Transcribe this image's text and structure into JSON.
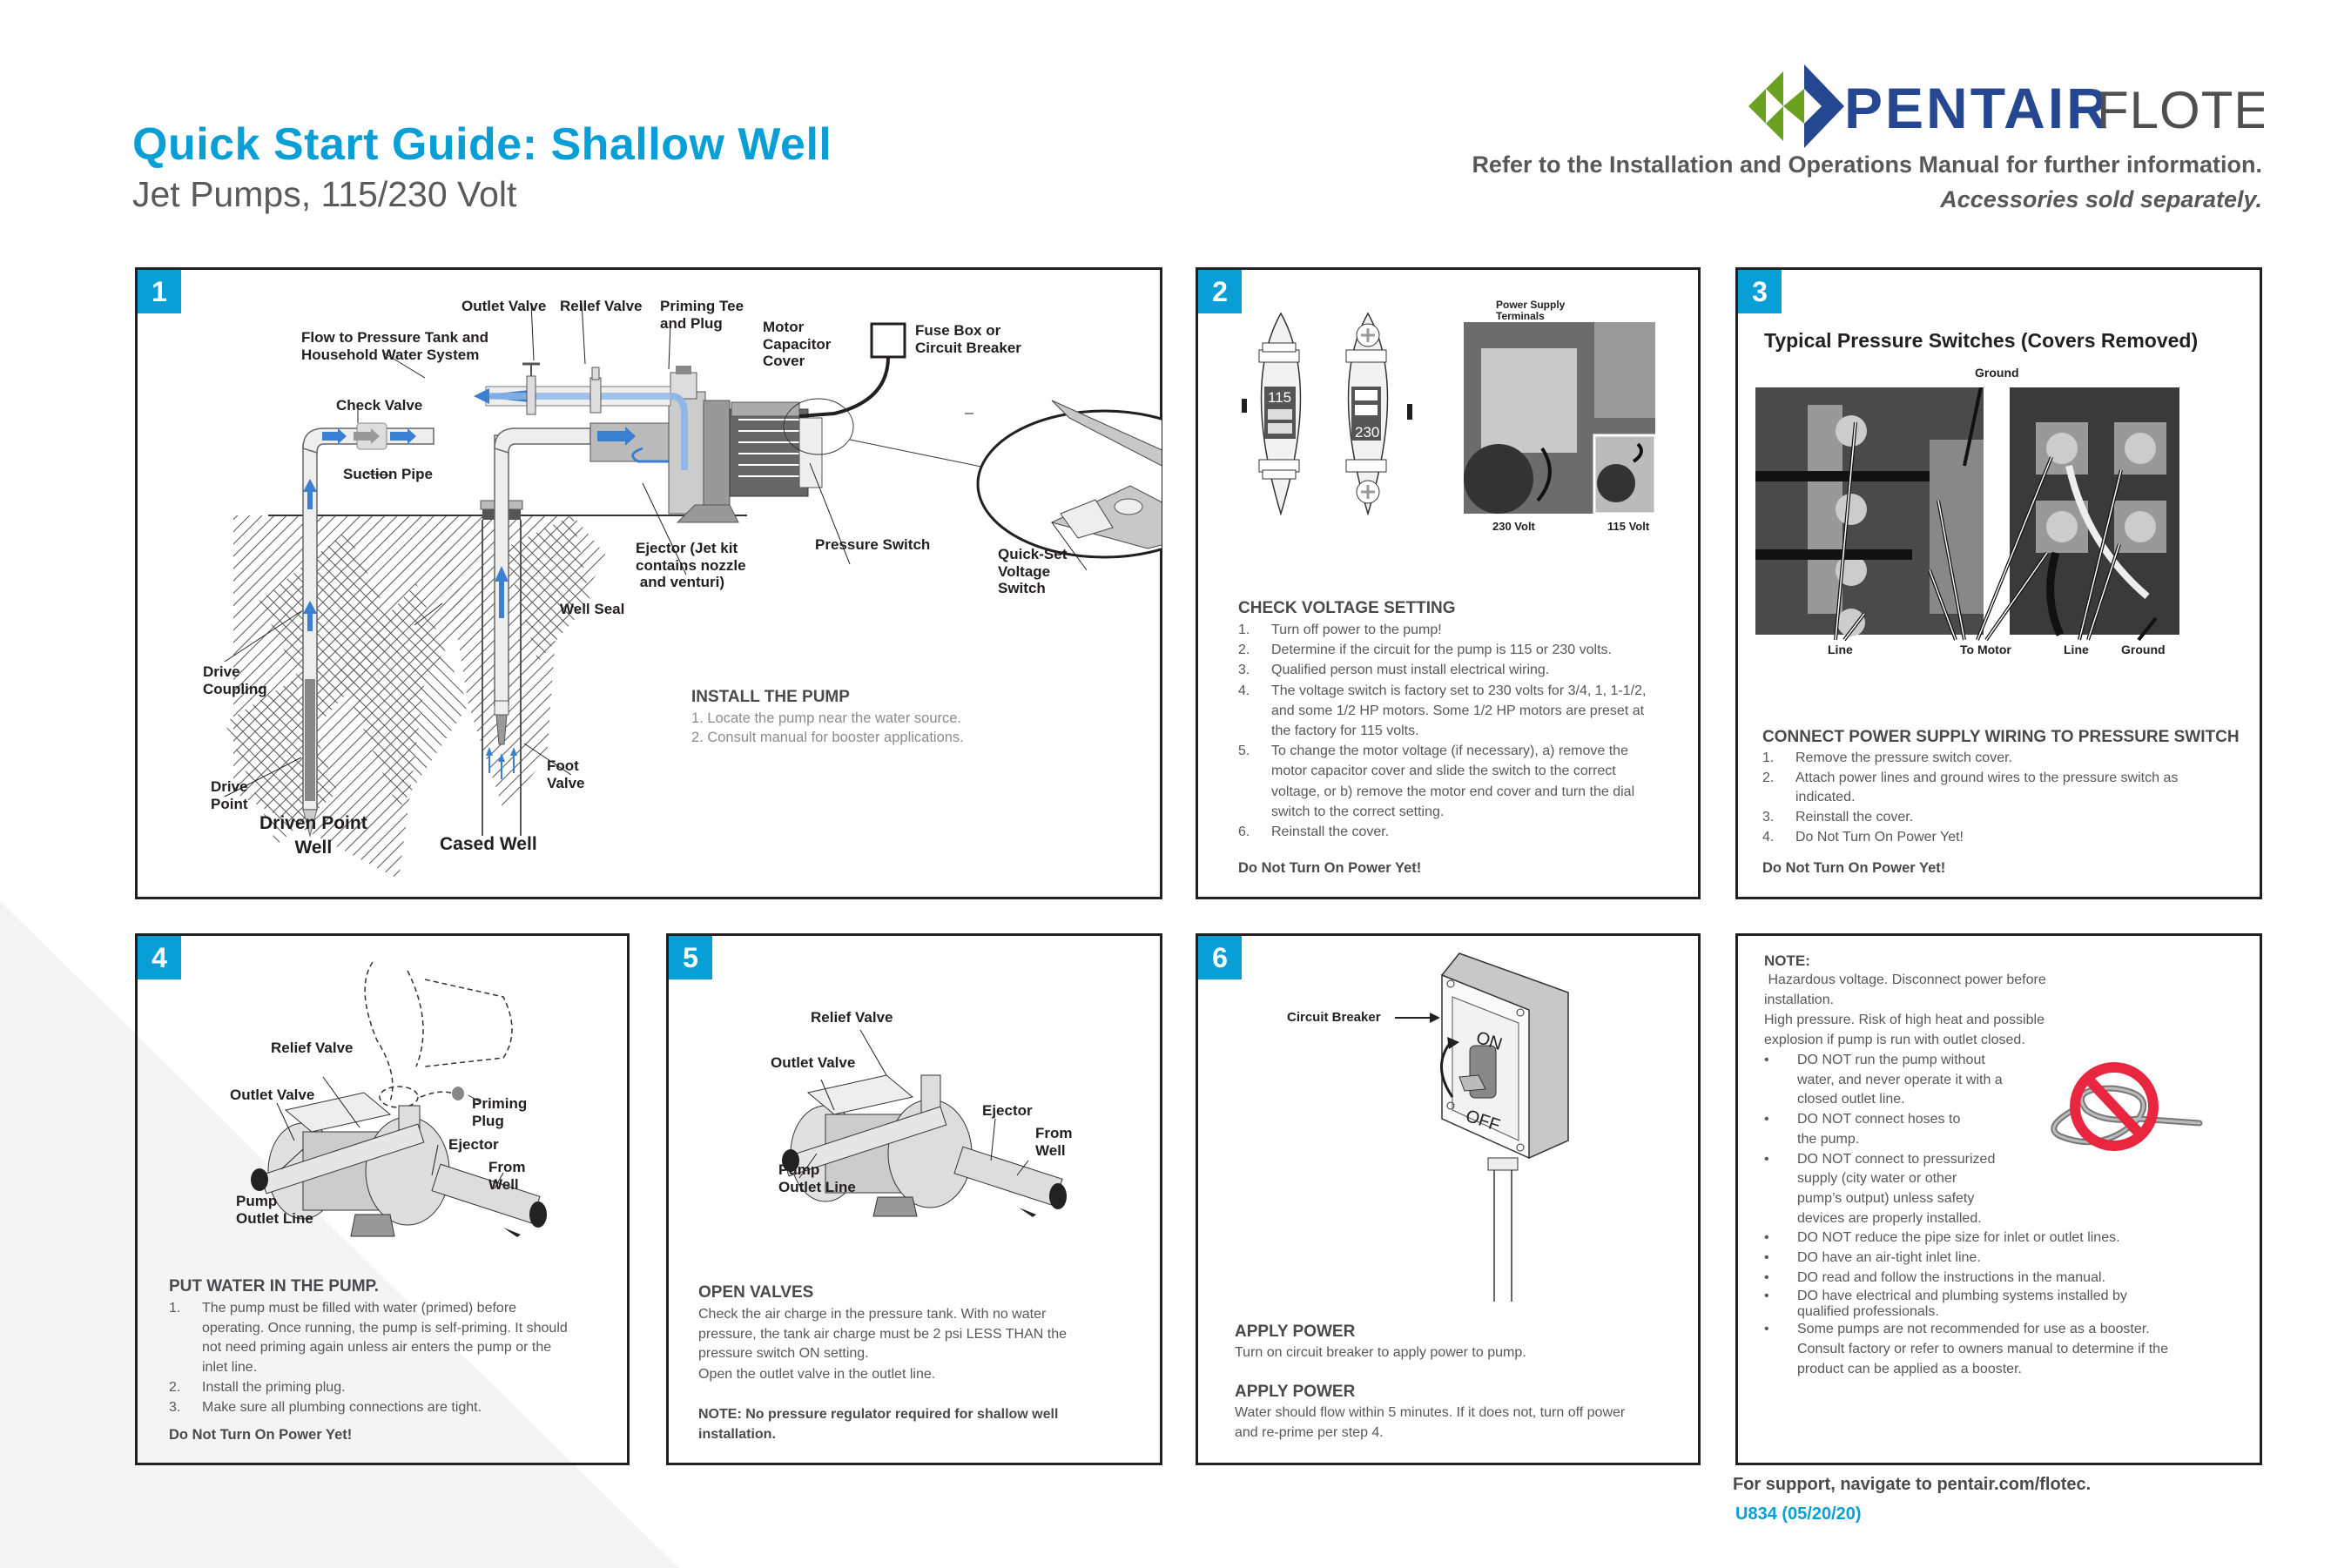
{
  "header": {
    "title": "Quick Start Guide: Shallow Well",
    "subtitle": "Jet Pumps, 115/230 Volt",
    "brand_primary": "PENTAIR",
    "brand_secondary": "FLOTEC",
    "refer_note": "Refer to the Installation and  Operations Manual for further information.",
    "accessories_note": "Accessories sold separately."
  },
  "colors": {
    "accent": "#079fd6",
    "brand_blue": "#24478f",
    "brand_green": "#6aa121",
    "text": "#4a4a4c",
    "no_symbol_red": "#e8263f"
  },
  "step1": {
    "number": "1",
    "labels": {
      "outlet_valve": "Outlet Valve",
      "relief_valve": "Rellef Valve",
      "priming_tee": "Priming Tee",
      "priming_tee_2": "and Plug",
      "flow_to_tank": "Flow to Pressure Tank and",
      "flow_to_tank_2": "Household Water System",
      "motor_cap_1": "Motor",
      "motor_cap_2": "Capacitor",
      "motor_cap_3": "Cover",
      "fuse_box_1": "Fuse Box or",
      "fuse_box_2": "Circuit Breaker",
      "check_valve": "Check Valve",
      "suction_pipe": "Suction Pipe",
      "ejector_1": "Ejector (Jet kit",
      "ejector_2": "contains nozzle",
      "ejector_3": "and venturi)",
      "pressure_switch": "Pressure Switch",
      "quick_set_1": "Quick-Set",
      "quick_set_2": "Voltage",
      "quick_set_3": "Switch",
      "well_seal": "Well Seal",
      "drive_coupling_1": "Drive",
      "drive_coupling_2": "Coupling",
      "drive_point_1": "Drive",
      "drive_point_2": "Point",
      "foot_valve_1": "Foot",
      "foot_valve_2": "Valve",
      "driven_point_1": "Driven Point",
      "driven_point_2": "Well",
      "cased_well": "Cased Well"
    },
    "heading": "INSTALL THE PUMP",
    "items": [
      "1.  Locate the pump near the water source.",
      "2. Consult manual for booster applications."
    ]
  },
  "step2": {
    "number": "2",
    "switch_115": "115",
    "switch_230": "230",
    "power_supply_1": "Power Supply",
    "power_supply_2": "Terminals",
    "photo_230": "230 Volt",
    "photo_115": "115 Volt",
    "heading": "CHECK VOLTAGE SETTING",
    "items": [
      {
        "n": "1.",
        "t": "Turn off power to the pump!"
      },
      {
        "n": "2.",
        "t": "Determine if the circuit for the pump is 115 or 230 volts."
      },
      {
        "n": "3.",
        "t": "Qualified person must install electrical wiring."
      },
      {
        "n": "4.",
        "t": "The voltage switch is factory set to 230 volts for 3/4, 1, 1-1/2, and some 1/2 HP motors. Some 1/2 HP motors are preset at the factory for 115 volts."
      },
      {
        "n": "5.",
        "t": "To change the motor voltage (if necessary), a) remove the motor capacitor cover and slide the switch to the correct voltage, or b) remove the motor end cover and turn the dial switch to the correct setting."
      },
      {
        "n": "6.",
        "t": "Reinstall the cover."
      }
    ],
    "warning": "Do Not Turn On Power Yet!"
  },
  "step3": {
    "number": "3",
    "figure_title": "Typical Pressure Switches (Covers Removed)",
    "labels": {
      "ground_top": "Ground",
      "line_left": "Line",
      "to_motor": "To Motor",
      "line_right": "Line",
      "ground_right": "Ground"
    },
    "heading": "CONNECT POWER SUPPLY WIRING TO PRESSURE SWITCH",
    "items": [
      {
        "n": "1.",
        "t": "Remove the pressure switch cover."
      },
      {
        "n": "2.",
        "t": "Attach power lines and ground wires to the pressure switch as indicated."
      },
      {
        "n": "3.",
        "t": "Reinstall the cover."
      },
      {
        "n": "4.",
        "t": "Do Not Turn On Power Yet!"
      }
    ],
    "warning": "Do Not Turn On Power Yet!"
  },
  "step4": {
    "number": "4",
    "labels": {
      "relief_valve": "Relief Valve",
      "outlet_valve": "Outlet Valve",
      "priming_plug_1": "Priming",
      "priming_plug_2": "Plug",
      "ejector": "Ejector",
      "from_well_1": "From",
      "from_well_2": "Well",
      "pump_outlet_1": "Pump",
      "pump_outlet_2": "Outlet Line"
    },
    "heading": "PUT WATER IN THE PUMP.",
    "items": [
      {
        "n": "1.",
        "t": "The pump must be filled with water (primed) before operating. Once running, the pump is self-priming. It should not need priming again unless air enters the pump or the inlet line."
      },
      {
        "n": "2.",
        "t": "Install the priming plug."
      },
      {
        "n": "3.",
        "t": "Make sure all plumbing connections are tight."
      }
    ],
    "warning": "Do Not Turn On Power Yet!"
  },
  "step5": {
    "number": "5",
    "labels": {
      "relief_valve": "Relief Valve",
      "outlet_valve": "Outlet Valve",
      "ejector": "Ejector",
      "from_well_1": "From",
      "from_well_2": "Well",
      "pump_outlet_1": "Pump",
      "pump_outlet_2": "Outlet Line"
    },
    "heading": "OPEN VALVES",
    "body": "Check the air charge in the pressure tank. With no water pressure, the tank air charge must be 2 psi LESS THAN the pressure switch ON setting.",
    "body2": "Open the outlet valve in the outlet line.",
    "note": "NOTE: No pressure regulator required for shallow well installation."
  },
  "step6": {
    "number": "6",
    "circuit_breaker": "Circuit Breaker",
    "on": "ON",
    "off": "OFF",
    "heading1": "APPLY POWER",
    "body1": "Turn on circuit breaker to apply power to pump.",
    "heading2": "APPLY POWER",
    "body2": "Water should flow within 5 minutes. If it does not, turn off power and re-prime per step 4."
  },
  "note_panel": {
    "heading": "NOTE:",
    "line1": " Hazardous voltage. Disconnect power before installation.",
    "line2": "High pressure. Risk of high heat and possible explosion if pump is run with outlet closed.",
    "bullets": [
      "DO NOT run the pump without water, and never operate it with a closed outlet line.",
      "DO NOT connect hoses to the pump.",
      "DO NOT connect to pressurized supply (city water or other pump’s output) unless safety devices are properly installed.",
      "DO NOT reduce the pipe size for inlet or outlet lines.",
      "DO have an air-tight inlet line.",
      "DO read and follow the instructions in the manual.",
      "DO have electrical and plumbing systems installed by qualified professionals.",
      "Some pumps are not recommended for use as a booster. Consult factory or refer to owners manual to determine if the product can be applied as a booster."
    ],
    "bullet_char": "•"
  },
  "footer": {
    "support": "For support, navigate to pentair.com/flotec.",
    "doc_code": "U834 (05/20/20)"
  }
}
